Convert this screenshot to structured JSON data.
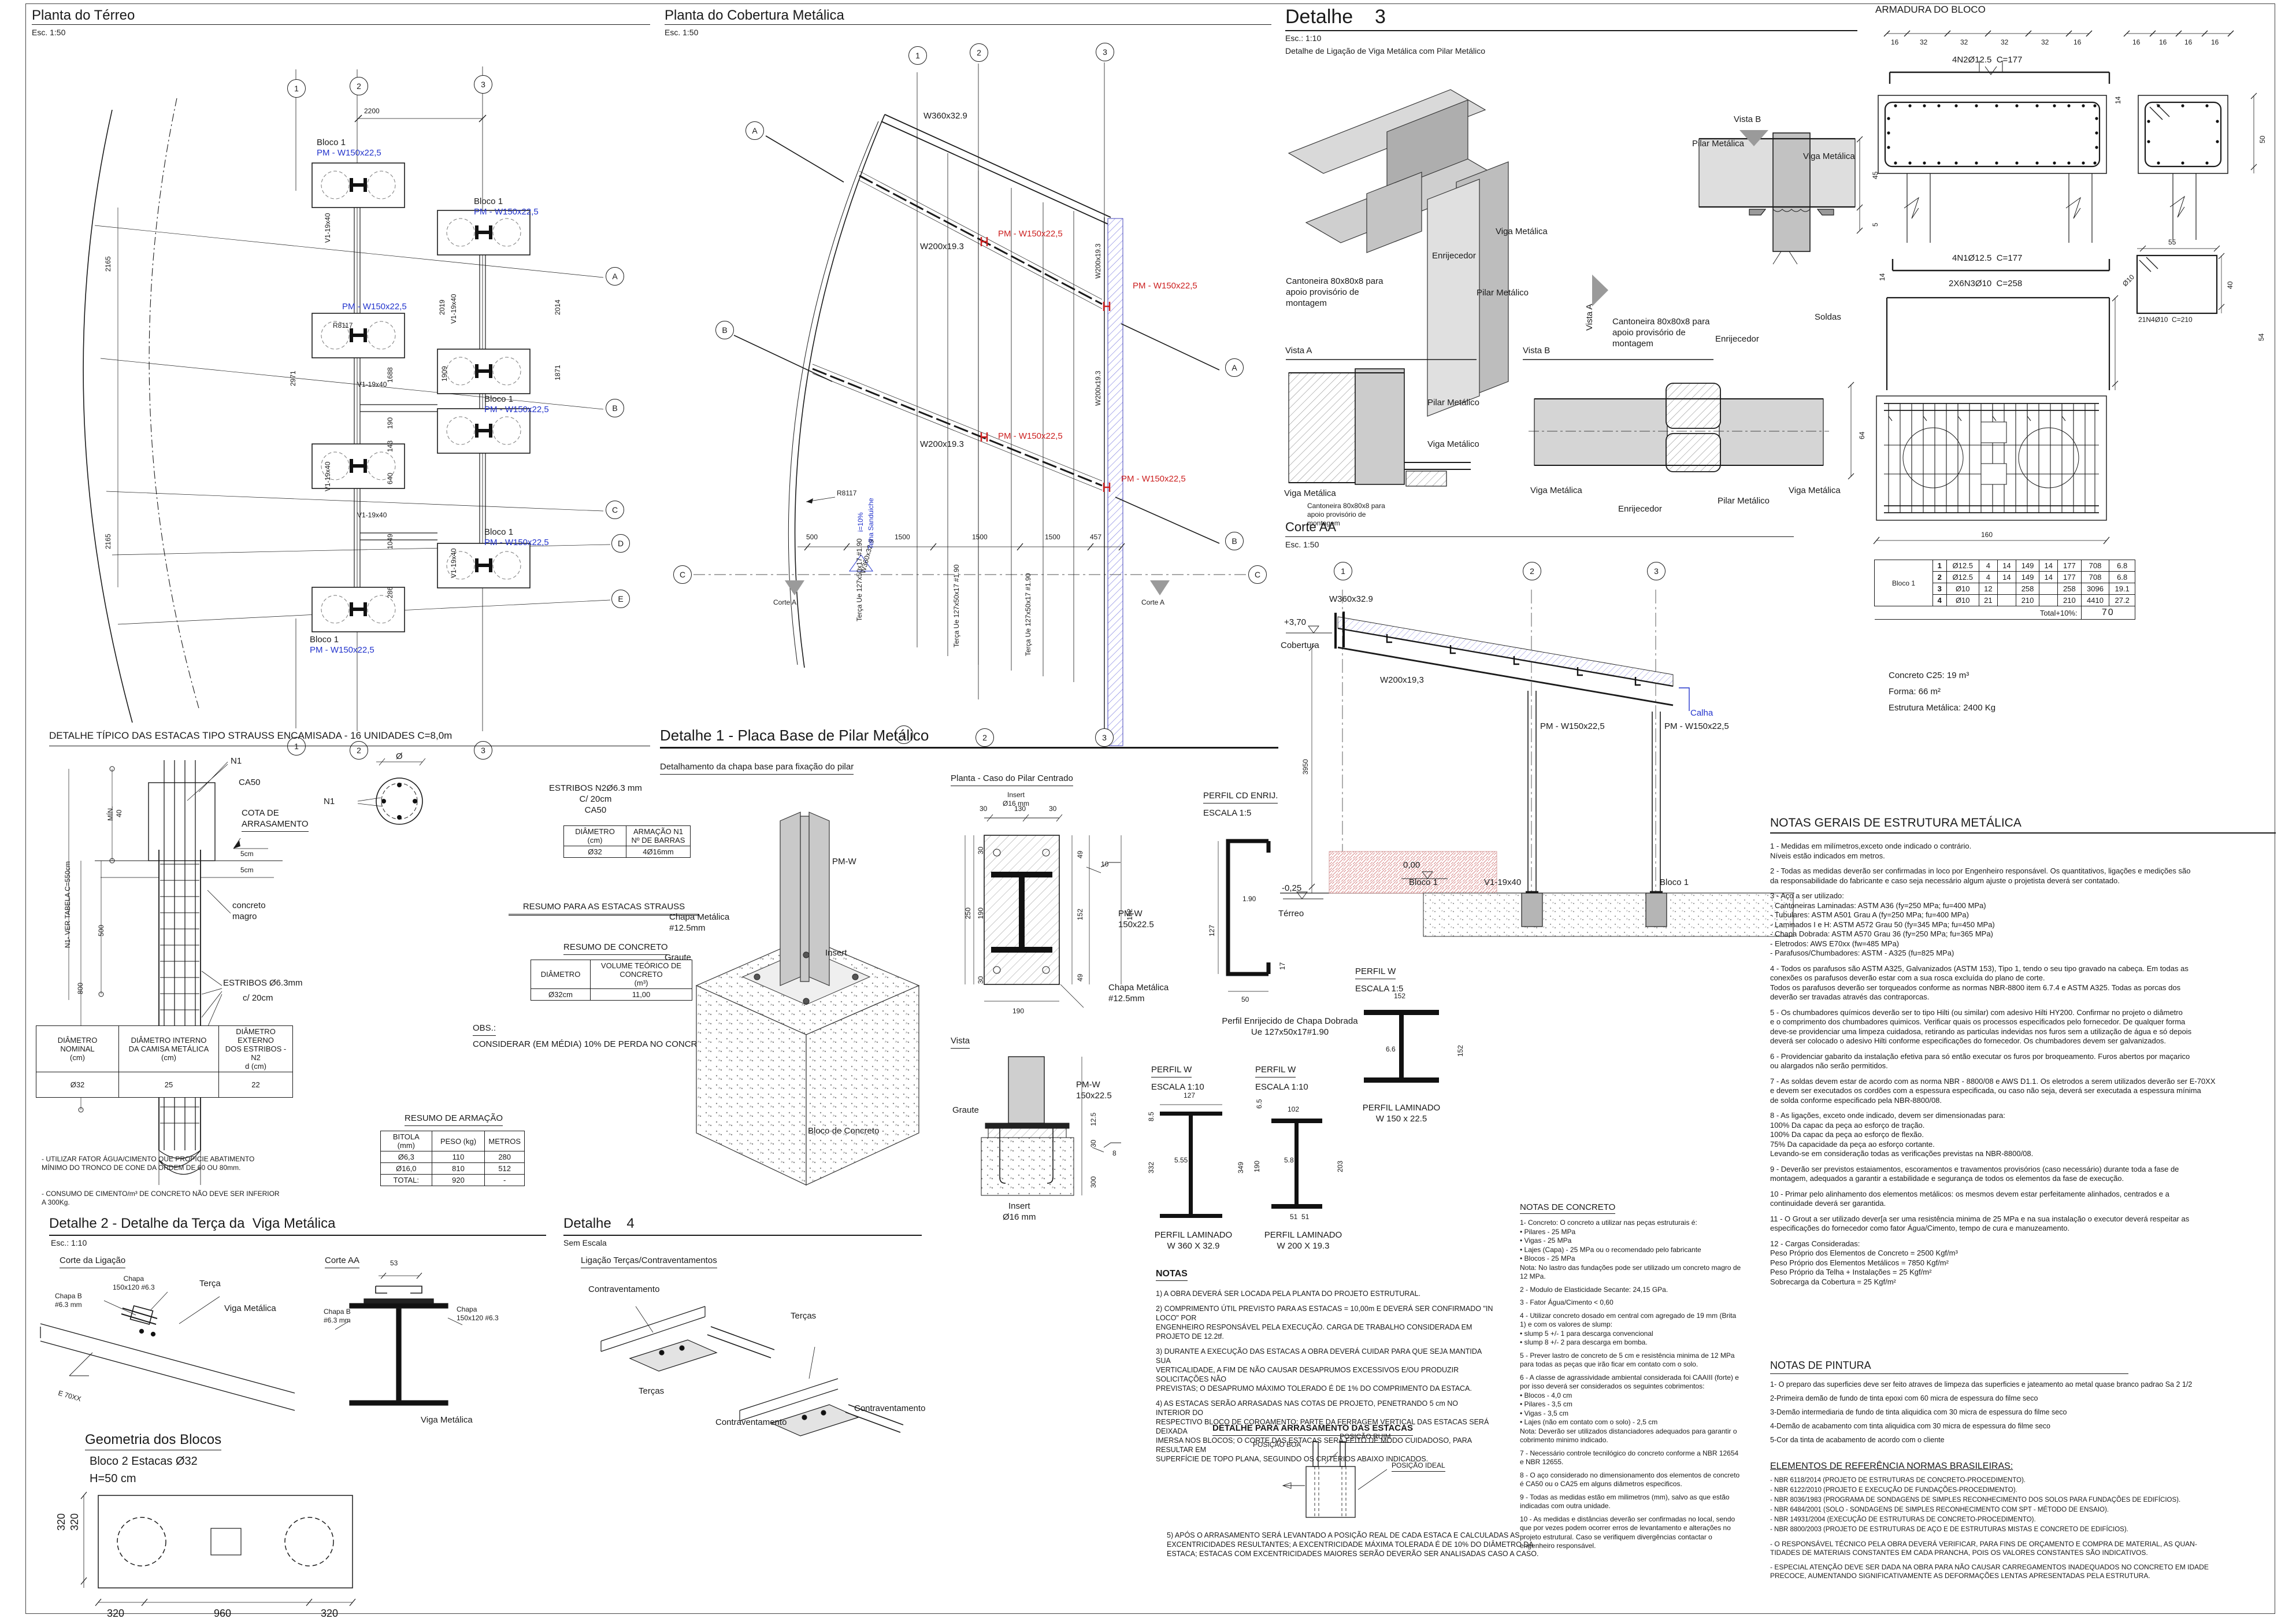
{
  "colors": {
    "line": "#1a1a1a",
    "blue": "#2233cc",
    "red": "#cc2020",
    "pink": "#d98c8c",
    "steel": "#c9c9c9"
  },
  "planta_terreo": {
    "title": "Planta do Térreo",
    "esc": "Esc. 1:50",
    "g1": "1",
    "g2": "2",
    "g3": "3",
    "ra": "A",
    "rb": "B",
    "rc": "C",
    "rd": "D",
    "re": "E",
    "dim_top": "2200",
    "d2165": "2165",
    "d2019": "2019",
    "d2014": "2014",
    "d2971": "2971",
    "d1688": "1688",
    "d1909": "1909",
    "d1871": "1871",
    "d190": "190",
    "d143": "143",
    "d640": "640",
    "d1049": "1049",
    "d286": "286",
    "radius": "R8117",
    "bloco": "Bloco 1",
    "pm": "PM - W150x22,5",
    "viga": "V1-19x40"
  },
  "planta_cobertura": {
    "title": "Planta do Cobertura Metálica",
    "esc": "Esc. 1:50",
    "g1": "1",
    "g2": "2",
    "g3": "3",
    "la": "A",
    "lb": "B",
    "lc": "C",
    "w360": "W360x32.9",
    "w200": "W200x19.3",
    "w200v": "W200x19.3",
    "pm": "PM - W150x22,5",
    "terca": "Terça Ue 127x50x17 #1.90",
    "radius": "R8117",
    "slope": "i=10%",
    "telha": "Telha Sanduiche",
    "d500": "500",
    "d1500": "1500",
    "d457": "457",
    "corte": "Corte A"
  },
  "detalhe3": {
    "title": "Detalhe    3",
    "esc": "Esc.: 1:10",
    "sub": "Detalhe de Ligação de Viga Metálica com Pilar Metálico",
    "viga": "Viga Metálica",
    "vigao": "Viga Metálico",
    "enrij": "Enrijecedor",
    "pilar": "Pilar Metálico",
    "pilara": "Pilar Metálica",
    "cant": "Cantoneira 80x80x8 para\napoio provisório de\nmontagem",
    "soldas": "Soldas",
    "vista_a": "Vista A",
    "vista_b": "Vista B",
    "d45": "45",
    "d5": "5",
    "d64": "64"
  },
  "corte_aa": {
    "title": "Corte AA",
    "esc": "Esc. 1:50",
    "g1": "1",
    "g2": "2",
    "g3": "3",
    "w360": "W360x32.9",
    "lvl370": "+3,70",
    "cobertura": "Cobertura",
    "w200": "W200x19,3",
    "calha": "Calha",
    "d3950": "3950",
    "pm": "PM - W150x22,5",
    "lvl0": "0,00",
    "lvl025": "-0,25",
    "terreo": "Térreo",
    "bloco": "Bloco 1",
    "viga": "V1-19x40"
  },
  "armadura": {
    "title": "ARMADURA DO BLOCO",
    "t16": "16",
    "t32": "32",
    "n2": "4N2Ø12.5  C=177",
    "n1": "4N1Ø12.5  C=177",
    "n3": "2X6N3Ø10  C=258",
    "n4": "21N4Ø10  C=210",
    "d14": "14",
    "d50": "50",
    "d55": "55",
    "d54": "54",
    "d40": "40",
    "phi10": "Ø10",
    "d160": "160",
    "table": {
      "row_label": "Bloco 1",
      "rows": [
        [
          "1",
          "Ø12.5",
          "4",
          "14",
          "149",
          "14",
          "177",
          "708",
          "6.8"
        ],
        [
          "2",
          "Ø12.5",
          "4",
          "14",
          "149",
          "14",
          "177",
          "708",
          "6.8"
        ],
        [
          "3",
          "Ø10",
          "12",
          "",
          "258",
          "",
          "258",
          "3096",
          "19.1"
        ],
        [
          "4",
          "Ø10",
          "21",
          "",
          "210",
          "",
          "210",
          "4410",
          "27.2"
        ]
      ],
      "total_label": "Total+10%:",
      "total_value": "70"
    },
    "summary": [
      "Concreto C25: 19 m³",
      "Forma: 66 m²",
      "Estrutura Metálica: 2400 Kg"
    ]
  },
  "estacas": {
    "title": "DETALHE TÍPICO DAS ESTACAS TIPO STRAUSS ENCAMISADA - 16 UNIDADES C=8,0m",
    "n1": "N1",
    "ca50": "CA50",
    "cota": "COTA DE\nARRASAMENTO",
    "cm5": "5cm",
    "magro": "concreto\nmagro",
    "estribos": "ESTRIBOS Ø6.3mm",
    "c20": "c/ 20cm",
    "min40": "MÍN.\n40",
    "d500": "500",
    "d800": "800",
    "vertab": "N1- VER TABELA C=550cm",
    "phi": "Ø",
    "estribos_r": "ESTRIBOS N2Ø6.3 mm\nC/ 20cm\nCA50",
    "tab_arm": {
      "h1": "DIÂMETRO\n(cm)",
      "h2": "ARMAÇÃO N1\nNº DE BARRAS",
      "v1": "Ø32",
      "v2": "4Ø16mm"
    },
    "resumo_estacas": "RESUMO PARA AS ESTACAS STRAUSS",
    "resumo_concreto": "RESUMO DE CONCRETO",
    "tab_conc": {
      "h1": "DIÂMETRO",
      "h2": "VOLUME TEÓRICO DE CONCRETO\n(m³)",
      "v1": "Ø32cm",
      "v2": "11,00"
    },
    "obs_t": "OBS.:",
    "obs": "CONSIDERAR (EM MÉDIA) 10% DE PERDA NO CONCRETO DAS ESTACAS",
    "tab_diam": {
      "h1": "DIÂMETRO\nNOMINAL\n(cm)",
      "h2": "DIÂMETRO INTERNO\nDA CAMISA METÁLICA\n(cm)",
      "h3": "DIÂMETRO EXTERNO\nDOS ESTRIBOS - N2\nd (cm)",
      "v1": "Ø32",
      "v2": "25",
      "v3": "22"
    },
    "notes": [
      "- UTILIZAR FATOR ÁGUA/CIMENTO QUE PROPICIE ABATIMENTO\nMÍNIMO DO TRONCO DE CONE DA ORDEM DE 60 OU 80mm.",
      "- CONSUMO DE CIMENTO/m³ DE CONCRETO NÃO DEVE SER INFERIOR\nA 300Kg."
    ],
    "resumo_armacao": "RESUMO DE ARMAÇÃO",
    "tab_bit": {
      "h1": "BITOLA\n(mm)",
      "h2": "PESO (kg)",
      "h3": "METROS",
      "rows": [
        [
          "Ø6,3",
          "110",
          "280"
        ],
        [
          "Ø16,0",
          "810",
          "512"
        ],
        [
          "TOTAL:",
          "920",
          "-"
        ]
      ]
    }
  },
  "detalhe1": {
    "title": "Detalhe 1 - Placa Base de Pilar Metálico",
    "sub": "Detalhamento da chapa base para fixação do pilar",
    "pmw": "PM-W",
    "chapa": "Chapa Metálica\n#12.5mm",
    "graute": "Graute",
    "insert": "Insert",
    "bloco": "Bloco de Concreto",
    "planta_t": "Planta - Caso do Pilar Centrado",
    "insert16": "Insert\nØ16 mm",
    "d30": "30",
    "d130": "130",
    "d190": "190",
    "d250": "250",
    "d49": "49",
    "d152": "152",
    "d10": "10",
    "pmw150": "PM-W\n150x22.5",
    "vista_t": "Vista",
    "d125": "12.5",
    "d300": "300",
    "d8": "8",
    "cd_t": "PERFIL CD ENRIJ.",
    "cd_e": "ESCALA 1:5",
    "d127": "127",
    "d190c": "1.90",
    "d17": "17",
    "d50": "50",
    "chapa_dobrada": "Perfil Enrijecido de Chapa Dobrada\nUe 127x50x17#1.90",
    "pw": "PERFIL W",
    "e110": "ESCALA 1:10",
    "e15": "ESCALA 1:5",
    "w1_dims": [
      "127",
      "8.5",
      "5.55",
      "332",
      "349"
    ],
    "w1_lbl": "PERFIL LAMINADO\nW 360 X 32.9",
    "w2_dims": [
      "102",
      "6.5",
      "5.8",
      "190",
      "203",
      "51  51"
    ],
    "w2_lbl": "PERFIL LAMINADO\nW 200 X 19.3",
    "w3_dims": [
      "152",
      "6.6",
      "152"
    ],
    "w3_lbl": "PERFIL LAMINADO\nW 150 x 22.5"
  },
  "detalhe2": {
    "title": "Detalhe 2 - Detalhe da Terça da  Viga Metálica",
    "esc": "Esc.: 1:10",
    "corte_lig": "Corte da Ligação",
    "corte_aa": "Corte AA",
    "chapa150": "Chapa\n150x120 #6.3",
    "chapab": "Chapa B\n#6.3 mm",
    "terca": "Terça",
    "viga": "Viga Metálica",
    "e70": "E 70XX",
    "d53": "53"
  },
  "detalhe4": {
    "title": "Detalhe    4",
    "esc": "Sem Escala",
    "sub": "Ligação Terças/Contraventamentos",
    "contr": "Contraventamento",
    "tercas": "Terças"
  },
  "geometria": {
    "title": "Geometria dos Blocos",
    "sub1": "Bloco 2 Estacas Ø32",
    "sub2": "H=50 cm",
    "d320": "320",
    "d960": "960"
  },
  "notas_estacas": {
    "title": "NOTAS",
    "items": [
      "1) A OBRA DEVERÁ SER LOCADA PELA PLANTA DO PROJETO ESTRUTURAL.",
      "2) COMPRIMENTO ÚTIL PREVISTO PARA AS ESTACAS = 10,00m E DEVERÁ SER CONFIRMADO \"IN LOCO\" POR\nENGENHEIRO RESPONSÁVEL PELA EXECUÇÃO.  CARGA DE TRABALHO CONSIDERADA EM PROJETO DE 12.2tf.",
      "3) DURANTE A EXECUÇÃO DAS ESTACAS A OBRA DEVERÁ CUIDAR PARA QUE SEJA MANTIDA SUA\nVERTICALIDADE, A FIM DE NÃO CAUSAR DESAPRUMOS EXCESSIVOS E/OU PRODUZIR SOLICITAÇÕES NÃO\nPREVISTAS; O DESAPRUMO MÁXIMO TOLERADO É DE 1% DO COMPRIMENTO DA ESTACA.",
      "4) AS ESTACAS SERÃO ARRASADAS NAS COTAS DE PROJETO, PENETRANDO 5 cm NO INTERIOR DO\nRESPECTIVO BLOCO DE COROAMENTO; PARTE DA FERRAGEM VERTICAL DAS ESTACAS SERÁ DEIXADA\nIMERSA NOS BLOCOS; O CORTE DAS ESTACAS SERÁ FEITO DE MODO CUIDADOSO, PARA RESULTAR EM\nSUPERFÍCIE DE TOPO PLANA, SEGUINDO OS CRITÉRIOS ABAIXO INDICADOS."
    ],
    "item5": "5) APÓS O ARRASAMENTO SERÁ LEVANTADO A POSIÇÃO REAL DE CADA ESTACA E CALCULADAS AS\nEXCENTRICIDADES RESULTANTES; A EXCENTRICIDADE MÁXIMA TOLERADA É DE 10% DO DIÂMETRO DA\nESTACA; ESTACAS COM EXCENTRICIDADES MAIORES SERÃO DEVERÃO SER ANALISADAS CASO A CASO.",
    "arr_title": "DETALHE PARA ARRASAMENTO DAS ESTACAS",
    "pos_boa": "POSIÇÃO BOA",
    "pos_ruim": "POSIÇÃO RUIM",
    "pos_ideal": "POSIÇÃO IDEAL"
  },
  "notas_concreto": {
    "title": "NOTAS DE CONCRETO",
    "items": [
      "1- Concreto: O concreto a utilizar nas peças estruturais é:\n•      Pilares - 25 MPa\n•      Vigas - 25 MPa\n•      Lajes (Capa) - 25 MPa ou o recomendado pelo fabricante\n•      Blocos - 25 MPa\nNota: No lastro das fundações pode ser utilizado um concreto magro de\n12 MPa.",
      "2 - Modulo de Elasticidade Secante: 24,15 GPa.",
      "3 - Fator Água/Cimento < 0,60",
      "4 - Utilizar concreto dosado em central com agregado de 19 mm (Brita\n1) e com os valores de slump:\n•      slump 5 +/- 1 para descarga convencional\n•      slump 8 +/- 2 para descarga em bomba.",
      "5 - Prever lastro de concreto de 5 cm e resistência minima de 12 MPa\npara todas as peças que irão ficar em contato com o solo.",
      "6 - A classe de agrassividade ambiental considerada foi CAAIII (forte) e\npor isso deverá ser considerados os seguintes cobrimentos:\n•      Blocos - 4,0 cm\n•      Pilares - 3,5 cm\n•      Vigas - 3,5 cm\n•      Lajes (não em contato com o solo) - 2,5 cm\nNota: Deverão ser utilizados distanciadores adequados para garantir o\ncobrimento minimo indicado.",
      "7 - Necessário controle tecnilógico do concreto conforme a NBR 12654\ne NBR 12655.",
      "8 - O aço considerado no dimensionamento dos elementos de concreto\né CA50 ou o CA25 em alguns diâmetros especificos.",
      "9 - Todas as medidas estão em milimetros (mm), salvo as que estão\nindicadas com outra unidade.",
      "10 - As medidas e distâncias deverão ser confirmadas no local, sendo\nque por vezes podem ocorrer erros de levantamento e alterações no\nprojeto estrutural. Caso se verifiquem divergências contactar o\nengenheiro responsável."
    ]
  },
  "notas_gerais": {
    "title": "NOTAS GERAIS DE ESTRUTURA METÁLICA",
    "items": [
      "1 - Medidas em milímetros,exceto onde indicado o contrário.\n      Níveis estão indicados em metros.",
      "2 - Todas as medidas deverão  ser confirmadas in loco por Engenheiro responsável. Os quantitativos,  ligações e medições são\n      da responsabilidade do  fabricante e caso  seja  necessário algum  ajuste o projetista deverá ser contatado.",
      "3 - Aço a ser utilizado:\n      - Cantoneiras Laminadas: ASTM A36 (fy=250 MPa; fu=400 MPa)\n      - Tubulares: ASTM A501 Grau A (fy=250 MPa; fu=400 MPa)\n      - Laminados I e H: ASTM A572 Grau 50 (fy=345 MPa; fu=450 MPa)\n      - Chapa Dobrada: ASTM A570 Grau 36 (fy=250 MPa; fu=365 MPa)\n      - Eletrodos: AWS E70xx (fw=485 MPa)\n      - Parafusos/Chumbadores: ASTM - A325 (fu=825 MPa)",
      "4 - Todos os parafusos são ASTM  A325, Galvanizados (ASTM 153),  Tipo 1, tendo o seu tipo gravado na cabeça. Em todas as\n      conexões os parafusos deverão  estar com a sua rosca excluída do plano de corte.\n      Todos os parafusos deverão ser torqueados conforme as normas NBR-8800 item 6.7.4 e ASTM A325. Todas as porcas dos\n      deverão ser travadas através das contraporcas.",
      "5 - Os chumbadores químicos deverão ser to tipo Hilti  (ou similar) com  adesivo Hilti HY200. Confirmar no projeto o diâmetro\n      e o comprimento dos chumbadores quimicos. Verificar quais os processos especificados pelo fornecedor. De qualquer forma\n      deve-se providenciar uma limpeza cuidadosa, retirando as particulas indevidas nos furos sem a  utilização de água e só  depois\n      deverá ser colocado o adesivo Hilti conforme  especificações do fornecedor. Os chumbadores devem ser galvanizados.",
      "6 - Providenciar gabarito da instalação efetiva para só então executar os furos por broqueamento.  Furos abertos por maçarico\n      ou alargados não serão permitidos.",
      "7 - As soldas devem estar de acordo com  as norma NBR - 8800/08 e AWS D1.1. Os eletrodos a serem utilizados deverão ser E-70XX\n      e devem ser executados os cordões com a espessura especificada, ou caso não seja, deverá ser executada a espessura mínima\n      de solda conforme especificado pela NBR-8800/08.",
      "8 - As ligações, exceto onde indicado, devem ser dimensionadas para:\n      100% Da capac da peça ao esforço de tração.\n      100% Da capac da peça ao esforço de flexão.\n      75% Da capacidade da peça ao esforço cortante.\n      Levando-se em consideração todas as verificações previstas na NBR-8800/08.",
      "9 - Deverão ser previstos estaiamentos, escoramentos e travamentos provisórios (caso necessário) durante toda a fase de\n      montagem, adequados a garantir a estabilidade e segurança de todos os elementos da fase de execução.",
      "10 - Primar pelo alinhamento dos elementos metálicos: os mesmos devem estar perfeitamente alinhados,  centrados e a\n      continuidade deverá ser garantida.",
      "11 - O Grout a ser utilizado dever[a ser uma resistência minima de 25 MPa e na sua instalação o executor deverá respeitar as\n      especificações do fornecedor como fator Água/Cimento, tempo de cura e manuzeamento.",
      "12 - Cargas Consideradas:\n      Peso  Próprio dos Elementos de Concreto = 2500 Kgf/m³\n      Peso  Próprio dos Elementos Metálicos = 7850 Kgf/m²\n      Peso  Próprio da Telha + Instalações = 25 Kgf/m²\n      Sobrecarga da Cobertura = 25 Kgf/m²"
    ]
  },
  "notas_pintura": {
    "title": "NOTAS DE PINTURA",
    "items": [
      "1- O preparo das superficies deve ser feito atraves de limpeza das superficies e jateamento ao metal quase branco padrao Sa 2 1/2",
      "2-Primeira demão de fundo de tinta epoxi com 60 micra de espessura do filme seco",
      "3-Demão intermediaria de fundo de tinta aliquidica com 30 micra de espessura do filme seco",
      "4-Demão de acabamento com tinta aliquidica com 30 micra de espessura do filme seco",
      "5-Cor da tinta de acabamento de acordo com o cliente"
    ]
  },
  "normas": {
    "title": "ELEMENTOS DE REFERÊNCIA NORMAS BRASILEIRAS:",
    "items": [
      "- NBR 6118/2014 (PROJETO DE ESTRUTURAS DE CONCRETO-PROCEDIMENTO).",
      "- NBR 6122/2010 (PROJETO E EXECUÇÃO DE FUNDAÇÕES-PROCEDIMENTO).",
      "- NBR 8036/1983 (PROGRAMA DE SONDAGENS DE SIMPLES RECONHECIMENTO DOS SOLOS PARA FUNDAÇÕES DE EDIFÍCIOS).",
      "- NBR 6484/2001 (SOLO - SONDAGENS DE SIMPLES RECONHECIMENTO COM SPT - MÉTODO DE ENSAIO).",
      "- NBR 14931/2004 (EXECUÇÃO DE ESTRUTURAS DE CONCRETO-PROCEDIMENTO).",
      "- NBR 8800/2003 (PROJETO DE ESTRUTURAS DE AÇO E DE ESTRUTURAS MISTAS E CONCRETO DE EDIFÍCIOS)."
    ],
    "obs": [
      "- O  RESPONSÁVEL  TÉCNICO  PELA  OBRA  DEVERÁ VERIFICAR, PARA  FINS  DE  ORÇAMENTO E COMPRA DE MATERIAL,  AS  QUAN-\n  TIDADES DE  MATERIAIS  CONSTANTES  EM  CADA  PRANCHA,  POIS  OS  VALORES CONSTANTES SÃO INDICATIVOS.",
      "- ESPECIAL ATENÇÃO DEVE SER DADA NA OBRA PARA NÃO CAUSAR CARREGAMENTOS INADEQUADOS NO CONCRETO  EM  IDADE\n  PRECOCE,  AUMENTANDO  SIGNIFICATIVAMENTE  AS  DEFORMAÇÕES  LENTAS  APRESENTADAS  PELA  ESTRUTURA."
    ]
  }
}
